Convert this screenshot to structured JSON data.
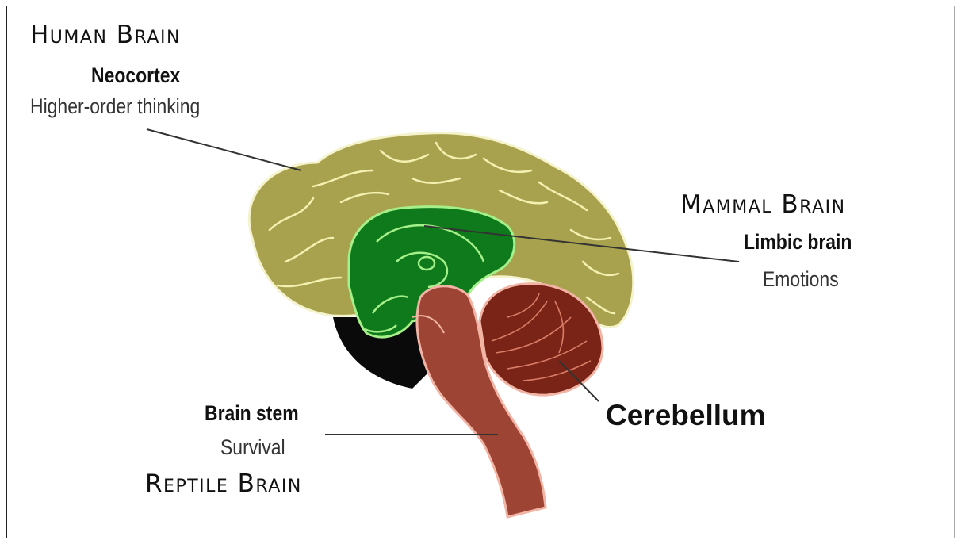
{
  "labels": {
    "human_brain": "Human Brain",
    "neocortex": "Neocortex",
    "neocortex_function": "Higher-order thinking",
    "mammal_brain": "Mammal Brain",
    "limbic": "Limbic brain",
    "limbic_function": "Emotions",
    "brain_stem": "Brain stem",
    "brain_stem_function": "Survival",
    "reptile_brain": "Reptile Brain",
    "cerebellum": "Cerebellum"
  },
  "colors": {
    "neocortex": "#a8a24e",
    "limbic": "#0f7a1c",
    "limbic_outline": "#a6f08a",
    "brainstem": "#9e4434",
    "cerebellum": "#7a2418",
    "shadow": "#0a0a0a",
    "gyri_lines": "#f3f0b0"
  }
}
